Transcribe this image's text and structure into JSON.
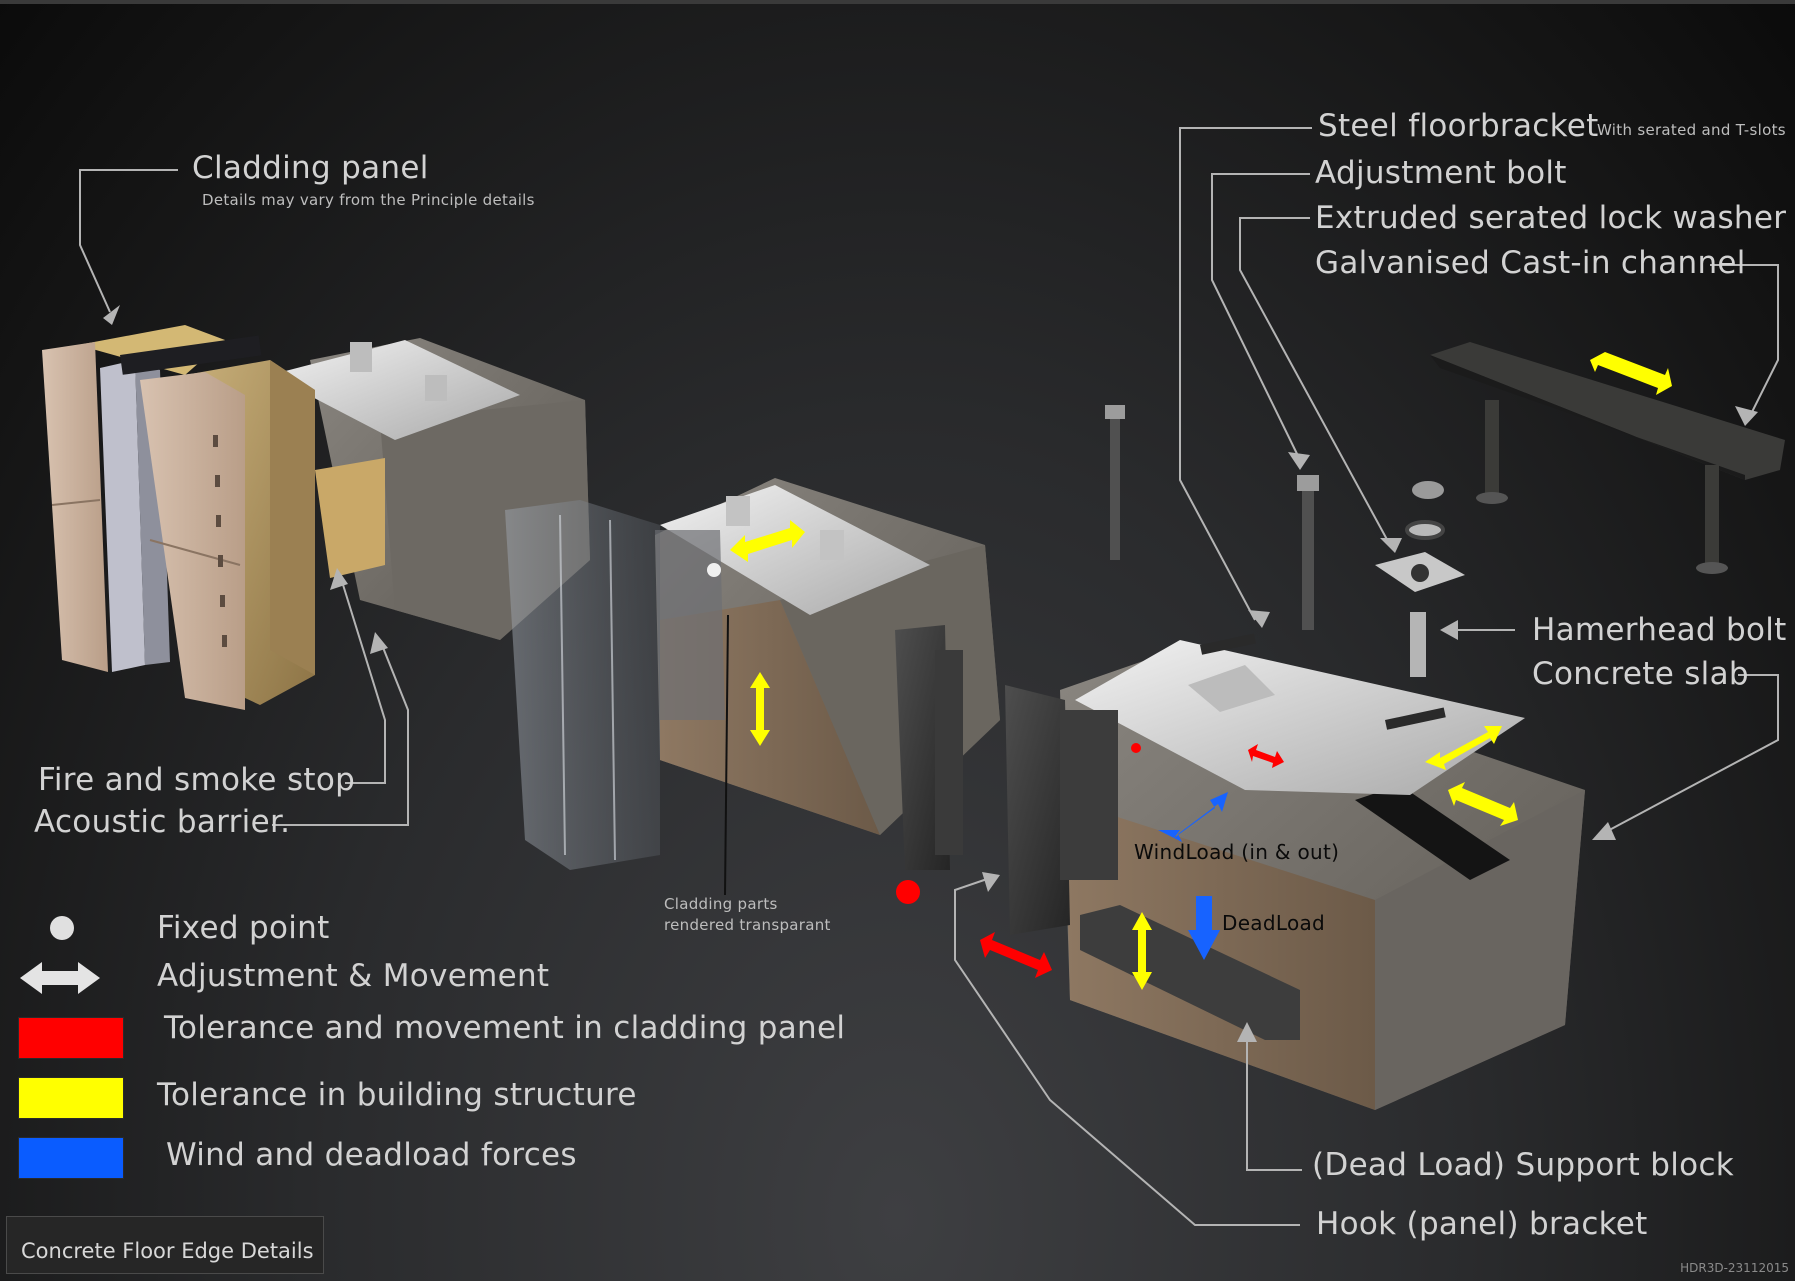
{
  "callouts": {
    "cladding_panel": "Cladding panel",
    "cladding_note": "Details may vary from the Principle details",
    "fire_stop": "Fire and smoke stop",
    "acoustic_barrier": "Acoustic barrier.",
    "transparent_note_1": "Cladding parts",
    "transparent_note_2": "rendered transparant",
    "steel_floorbracket": "Steel floorbracket",
    "steel_floorbracket_note": "With serated and T-slots",
    "adjustment_bolt": "Adjustment bolt",
    "lock_washer": "Extruded serated lock washer",
    "cast_in_channel": "Galvanised Cast-in channel",
    "hammerhead_bolt": "Hamerhead bolt",
    "concrete_slab": "Concrete slab",
    "support_block": "(Dead Load) Support block",
    "hook_bracket": "Hook (panel) bracket",
    "windload": "WindLoad (in & out)",
    "deadload": "DeadLoad"
  },
  "legend": {
    "fixed_point": "Fixed point",
    "adjustment": "Adjustment & Movement",
    "red": "Tolerance and movement in cladding panel",
    "yellow": "Tolerance in building structure",
    "blue": "Wind and deadload forces"
  },
  "colors": {
    "red": "#ff0000",
    "yellow": "#ffff00",
    "blue": "#0055ff",
    "leader": "#b4b4b4"
  },
  "footer": {
    "title": "Concrete Floor Edge Details"
  },
  "credit": "HDR3D-23112015"
}
